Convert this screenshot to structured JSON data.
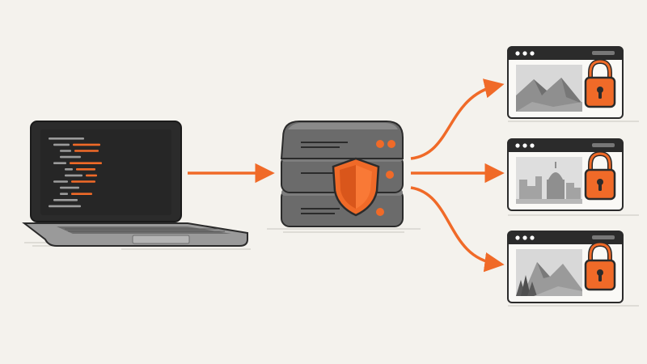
{
  "diagram": {
    "laptop": {
      "icon": "laptop-code-icon",
      "code_lines": 12
    },
    "server": {
      "icon": "server-stack-icon",
      "badge": "shield-icon",
      "units": 3
    },
    "sites": [
      {
        "icon": "browser-window-icon",
        "thumbnail": "mountain-landscape-icon",
        "lock": "padlock-icon"
      },
      {
        "icon": "browser-window-icon",
        "thumbnail": "city-skyline-icon",
        "lock": "padlock-icon"
      },
      {
        "icon": "browser-window-icon",
        "thumbnail": "mountain-forest-icon",
        "lock": "padlock-icon"
      }
    ],
    "arrows": [
      "laptop-to-server",
      "server-to-site-1",
      "server-to-site-2",
      "server-to-site-3"
    ]
  },
  "colors": {
    "background": "#f4f2ed",
    "accent": "#f06a28",
    "dark": "#2b2b2b",
    "metal": "#6b6b6b",
    "screen": "#262626",
    "thumb": "#cfcfcf"
  }
}
